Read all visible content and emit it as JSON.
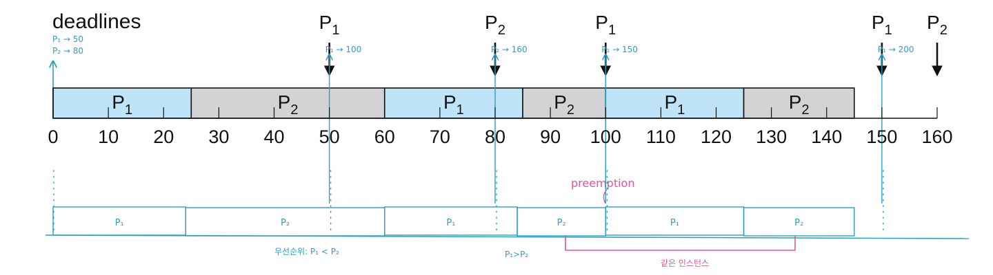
{
  "title": "deadlines",
  "initial_deadlines": [
    "P₁ → 50",
    "P₂ → 80"
  ],
  "deadline_markers": [
    {
      "time": 50,
      "process": "P",
      "sub": "1",
      "note": "P₁ → 100"
    },
    {
      "time": 80,
      "process": "P",
      "sub": "2",
      "note": "P₂ → 160"
    },
    {
      "time": 100,
      "process": "P",
      "sub": "1",
      "note": "P₁ → 150"
    },
    {
      "time": 150,
      "process": "P",
      "sub": "1",
      "note": "P₁ → 200"
    },
    {
      "time": 160,
      "process": "P",
      "sub": "2",
      "note": ""
    }
  ],
  "schedule": [
    {
      "process": "P",
      "sub": "1",
      "start": 0,
      "end": 25,
      "color": "#bfe3f7"
    },
    {
      "process": "P",
      "sub": "2",
      "start": 25,
      "end": 60,
      "color": "#d3d3d5"
    },
    {
      "process": "P",
      "sub": "1",
      "start": 60,
      "end": 85,
      "color": "#bfe3f7"
    },
    {
      "process": "P",
      "sub": "2",
      "start": 85,
      "end": 100,
      "color": "#d3d3d5"
    },
    {
      "process": "P",
      "sub": "1",
      "start": 100,
      "end": 125,
      "color": "#bfe3f7"
    },
    {
      "process": "P",
      "sub": "2",
      "start": 125,
      "end": 145,
      "color": "#d3d3d5"
    }
  ],
  "axis_ticks": [
    0,
    10,
    20,
    30,
    40,
    50,
    60,
    70,
    80,
    90,
    100,
    110,
    120,
    130,
    140,
    150,
    160
  ],
  "annotation": {
    "preemption": "preemption",
    "priority_note_1": "우선순위: P₁ < P₂",
    "priority_note_2": "P₁>P₂",
    "same_instance": "같은 인스턴스"
  },
  "lower_timeline": [
    {
      "label": "P₁",
      "start": 0,
      "end": 24
    },
    {
      "label": "P₂",
      "start": 24,
      "end": 60
    },
    {
      "label": "P₁",
      "start": 60,
      "end": 84
    },
    {
      "label": "P₂",
      "start": 84,
      "end": 100
    },
    {
      "label": "P₁",
      "start": 100,
      "end": 125
    },
    {
      "label": "P₂",
      "start": 125,
      "end": 145
    }
  ],
  "colors": {
    "p1_fill": "#bfe3f7",
    "p2_fill": "#d3d3d5",
    "ink": "#111111",
    "annotation_blue": "#2a9ec4",
    "annotation_pink": "#d9579a"
  }
}
